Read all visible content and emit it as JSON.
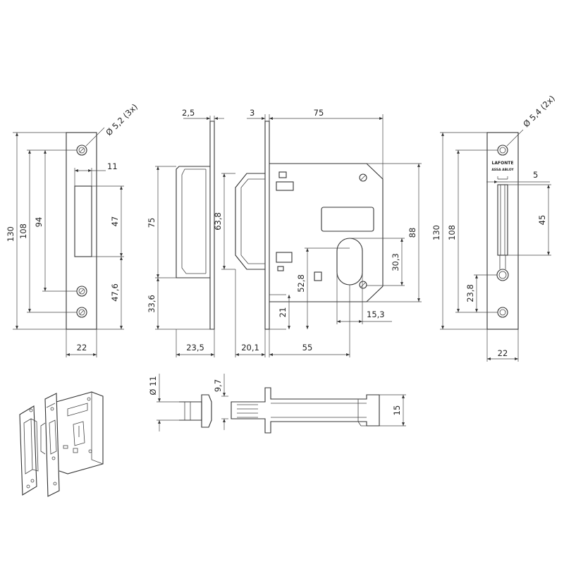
{
  "dimensions": {
    "strike": {
      "holes_note": "Ø 5,2 (3x)",
      "height": "130",
      "hole_span": "108",
      "hole_span_2": "94",
      "opening_width": "11",
      "opening_height": "47",
      "lower_distance": "47,6",
      "width": "22"
    },
    "strike_profile": {
      "thickness": "2,5",
      "height": "75",
      "lower": "33,6",
      "depth": "23,5"
    },
    "lock_body": {
      "faceplate_thickness": "3",
      "body_width": "75",
      "latch_height": "63,8",
      "body_height": "88",
      "keyhole_height": "30,3",
      "follower_height": "52,8",
      "lower": "21",
      "keyhole_offset": "15,3",
      "backset_latch": "20,1",
      "backset": "55"
    },
    "faceplate": {
      "holes_note": "Ø 5,4 (2x)",
      "height": "130",
      "hole_span": "108",
      "slot_width": "5",
      "slot_height": "45",
      "hole_offset": "23,8",
      "width": "22",
      "brand": "LAFONTE",
      "brand_sub": "ASSA ABLOY"
    },
    "bolt": {
      "diameter": "Ø 11",
      "head": "9,7",
      "height": "15"
    }
  },
  "colors": {
    "line": "#333333",
    "background": "#ffffff"
  }
}
